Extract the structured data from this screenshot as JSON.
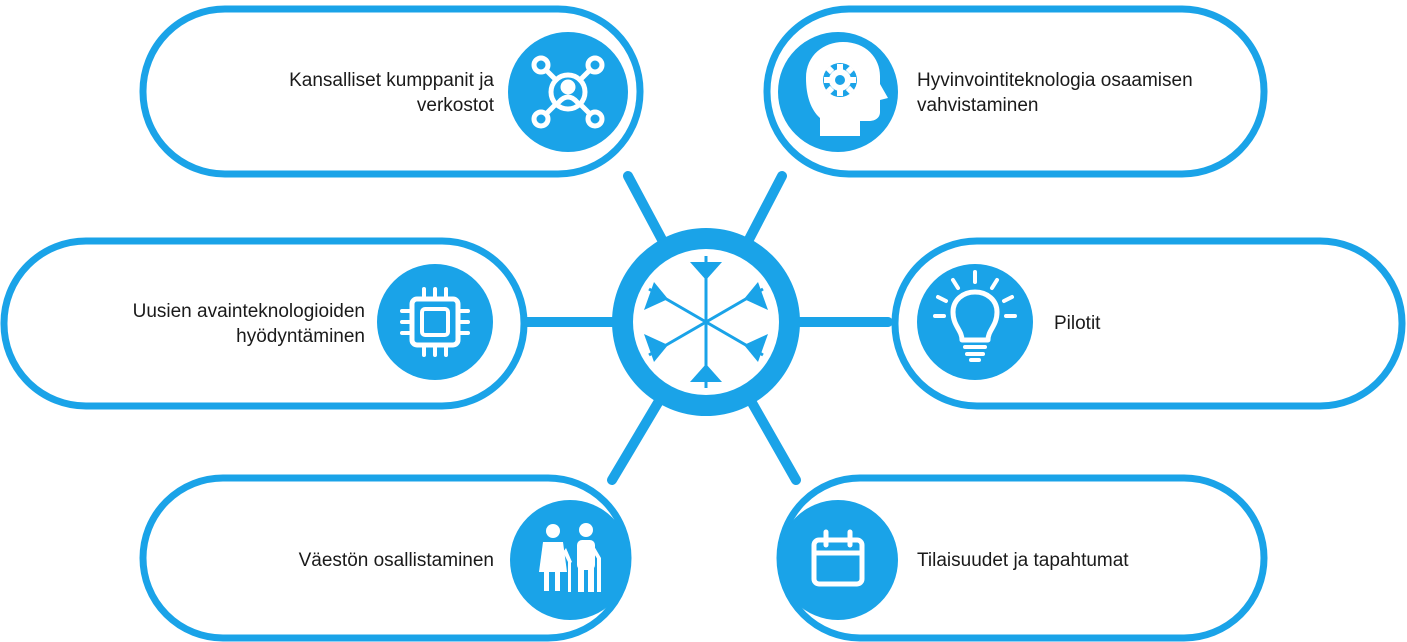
{
  "colors": {
    "accent": "#1aa3e8",
    "background": "#ffffff",
    "text": "#1a1a1a"
  },
  "center": {
    "icon": "snowflake-icon"
  },
  "nodes": [
    {
      "id": "networks",
      "label_lines": [
        "Kansalliset kumppanit ja",
        "verkostot"
      ],
      "icon": "network-icon"
    },
    {
      "id": "competence",
      "label_lines": [
        "Hyvinvointiteknologia osaamisen",
        "vahvistaminen"
      ],
      "icon": "head-gear-icon"
    },
    {
      "id": "technologies",
      "label_lines": [
        "Uusien avainteknologioiden",
        "hyödyntäminen"
      ],
      "icon": "chip-icon"
    },
    {
      "id": "pilots",
      "label_lines": [
        "Pilotit"
      ],
      "icon": "lightbulb-icon"
    },
    {
      "id": "inclusion",
      "label_lines": [
        "Väestön osallistaminen"
      ],
      "icon": "elderly-couple-icon"
    },
    {
      "id": "events",
      "label_lines": [
        "Tilaisuudet ja tapahtumat"
      ],
      "icon": "calendar-icon"
    }
  ]
}
